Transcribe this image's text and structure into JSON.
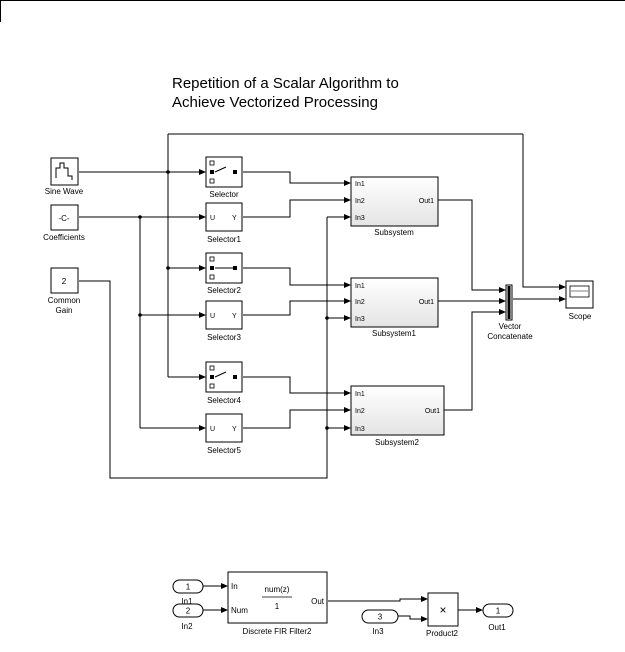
{
  "diagram": {
    "title_line1": "Repetition of a Scalar Algorithm to",
    "title_line2": "Achieve Vectorized Processing",
    "blocks": {
      "sine_wave": "Sine Wave",
      "coefficients": {
        "label": "Coefficients",
        "value": "-C-"
      },
      "common_gain": {
        "label_line1": "Common",
        "label_line2": "Gain",
        "value": "2"
      },
      "selector": "Selector",
      "selector1": "Selector1",
      "selector2": "Selector2",
      "selector3": "Selector3",
      "selector4": "Selector4",
      "selector5": "Selector5",
      "subsystem": "Subsystem",
      "subsystem1": "Subsystem1",
      "subsystem2": "Subsystem2",
      "vector_concatenate_line1": "Vector",
      "vector_concatenate_line2": "Concatenate",
      "scope": "Scope"
    },
    "selector_ports": {
      "u": "U",
      "y": "Y"
    },
    "subsystem_ports": {
      "in1": "In1",
      "in2": "In2",
      "in3": "In3",
      "out1": "Out1"
    },
    "lower": {
      "in1": {
        "number": "1",
        "label": "In1"
      },
      "in2": {
        "number": "2",
        "label": "In2"
      },
      "in3": {
        "number": "3",
        "label": "In3"
      },
      "out1": {
        "number": "1",
        "label": "Out1"
      },
      "fir": {
        "label": "Discrete FIR Filter2",
        "port_in": "In",
        "port_num": "Num",
        "port_out": "Out",
        "numerator": "num(z)",
        "denominator": "1"
      },
      "product": {
        "label": "Product2",
        "symbol": "×"
      }
    }
  }
}
